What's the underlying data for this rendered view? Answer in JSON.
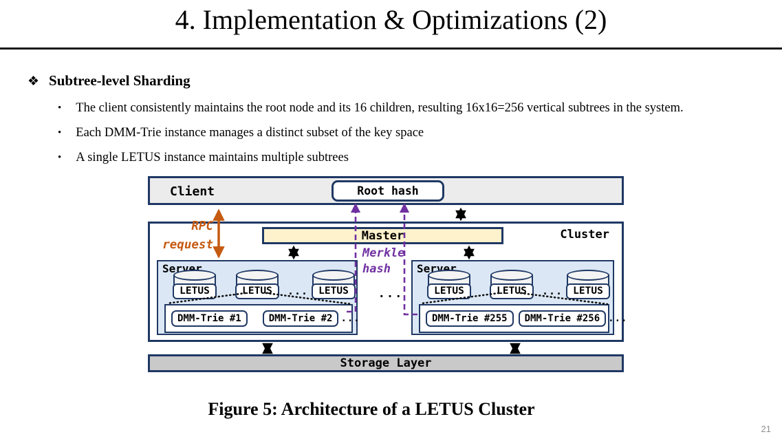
{
  "slide": {
    "title": "4. Implementation & Optimizations (2)",
    "page_number": "21"
  },
  "content": {
    "marker": "❖",
    "heading": "Subtree-level Sharding",
    "bullet_glyph": "•",
    "bullets": [
      "The client consistently maintains the root node and  its 16 children, resulting 16x16=256 vertical subtrees in the system.",
      "Each DMM-Trie instance manages a distinct subset of the key space",
      "A single LETUS instance maintains multiple subtrees"
    ]
  },
  "figure": {
    "caption": "Figure 5: Architecture of a LETUS Cluster",
    "client": {
      "label": "Client",
      "root_hash": "Root hash"
    },
    "cluster": {
      "label": "Cluster",
      "master": "Master"
    },
    "rpc": {
      "line1": "RPC",
      "line2": "request"
    },
    "merkle": {
      "line1": "Merkle",
      "line2": "hash"
    },
    "servers": [
      {
        "label": "Server",
        "letus": "LETUS",
        "cyl_dots": "...",
        "tries": [
          "DMM-Trie #1",
          "DMM-Trie #2"
        ],
        "trie_dots": "..."
      },
      {
        "label": "Server",
        "letus": "LETUS",
        "cyl_dots": "...",
        "tries": [
          "DMM-Trie #255",
          "DMM-Trie #256"
        ],
        "trie_dots": "..."
      }
    ],
    "servers_dots": "...",
    "storage": {
      "label": "Storage Layer"
    },
    "colors": {
      "border_navy": "#1f3864",
      "client_fill": "#ececec",
      "master_fill": "#fdf2cc",
      "server_fill": "#dbe7f5",
      "storage_fill": "#c9c9c9",
      "rpc_orange": "#c55a11",
      "merkle_purple": "#7030a0"
    }
  }
}
